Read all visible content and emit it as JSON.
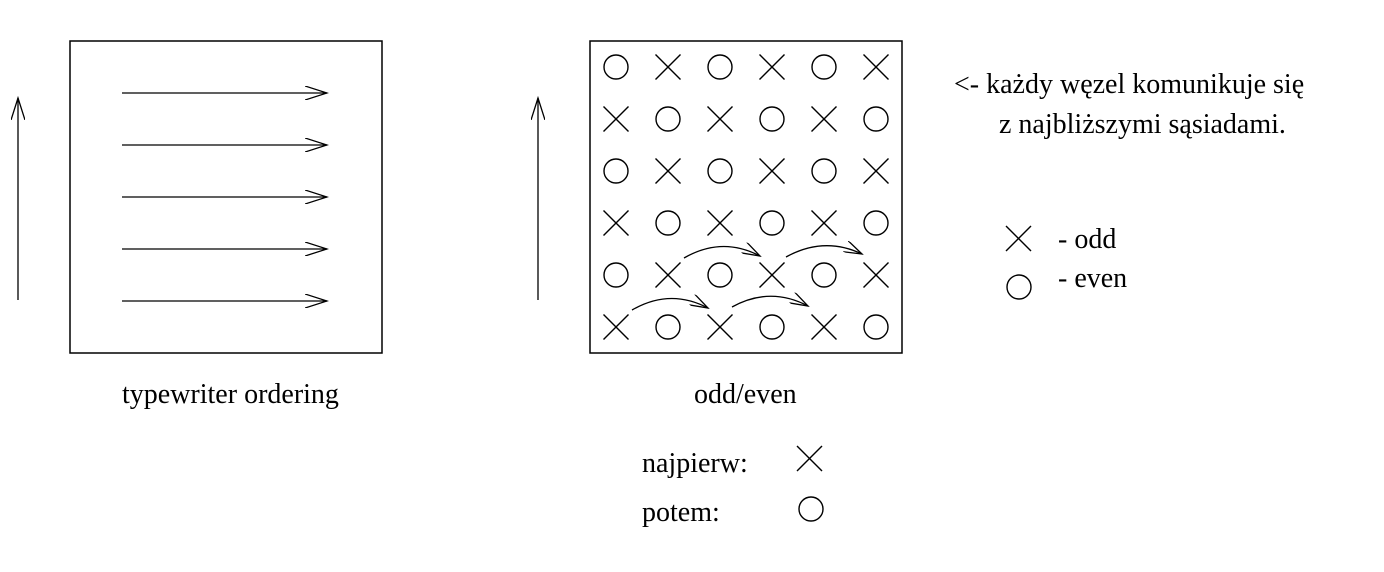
{
  "left_panel": {
    "caption": "typewriter ordering",
    "row_count": 5
  },
  "right_panel": {
    "caption": "odd/even",
    "grid": [
      [
        "even",
        "odd",
        "even",
        "odd",
        "even",
        "odd"
      ],
      [
        "odd",
        "even",
        "odd",
        "even",
        "odd",
        "even"
      ],
      [
        "even",
        "odd",
        "even",
        "odd",
        "even",
        "odd"
      ],
      [
        "odd",
        "even",
        "odd",
        "even",
        "odd",
        "even"
      ],
      [
        "even",
        "odd",
        "even",
        "odd",
        "even",
        "odd"
      ],
      [
        "odd",
        "even",
        "odd",
        "even",
        "odd",
        "even"
      ]
    ]
  },
  "note": {
    "line1": "<- każdy węzel komunikuje się",
    "line2": "z najbliższymi sąsiadami."
  },
  "legend": {
    "odd_label": "- odd",
    "even_label": "- even"
  },
  "order": {
    "first_label": "najpierw:",
    "then_label": "potem:"
  }
}
